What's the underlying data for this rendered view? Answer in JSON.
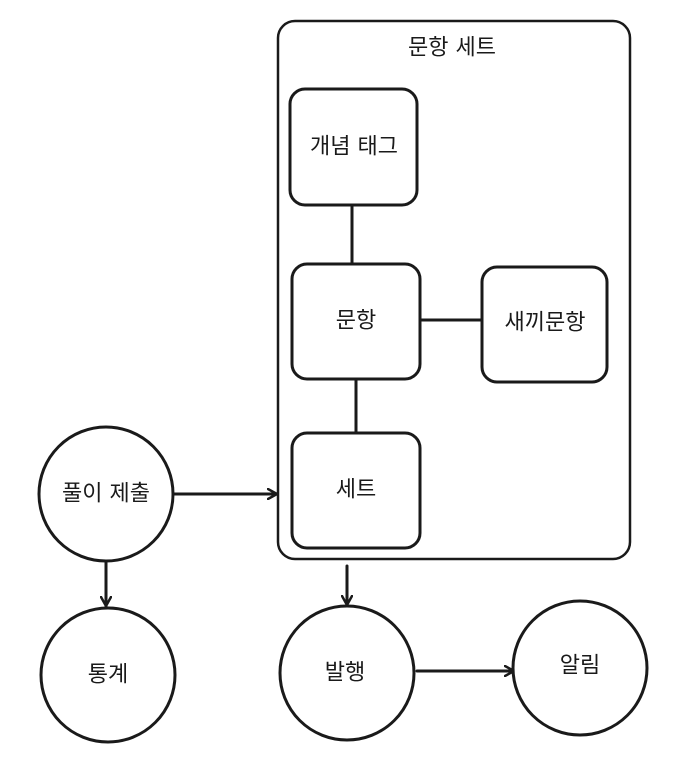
{
  "diagram": {
    "group": {
      "title": "문항 세트"
    },
    "nodes": {
      "concept_tag": "개념 태그",
      "question": "문항",
      "sub_question": "새끼문항",
      "set": "세트",
      "submission": "풀이 제출",
      "statistics": "통계",
      "publish": "발행",
      "notification": "알림"
    }
  },
  "colors": {
    "stroke": "#1a1a1a",
    "background": "#ffffff"
  }
}
